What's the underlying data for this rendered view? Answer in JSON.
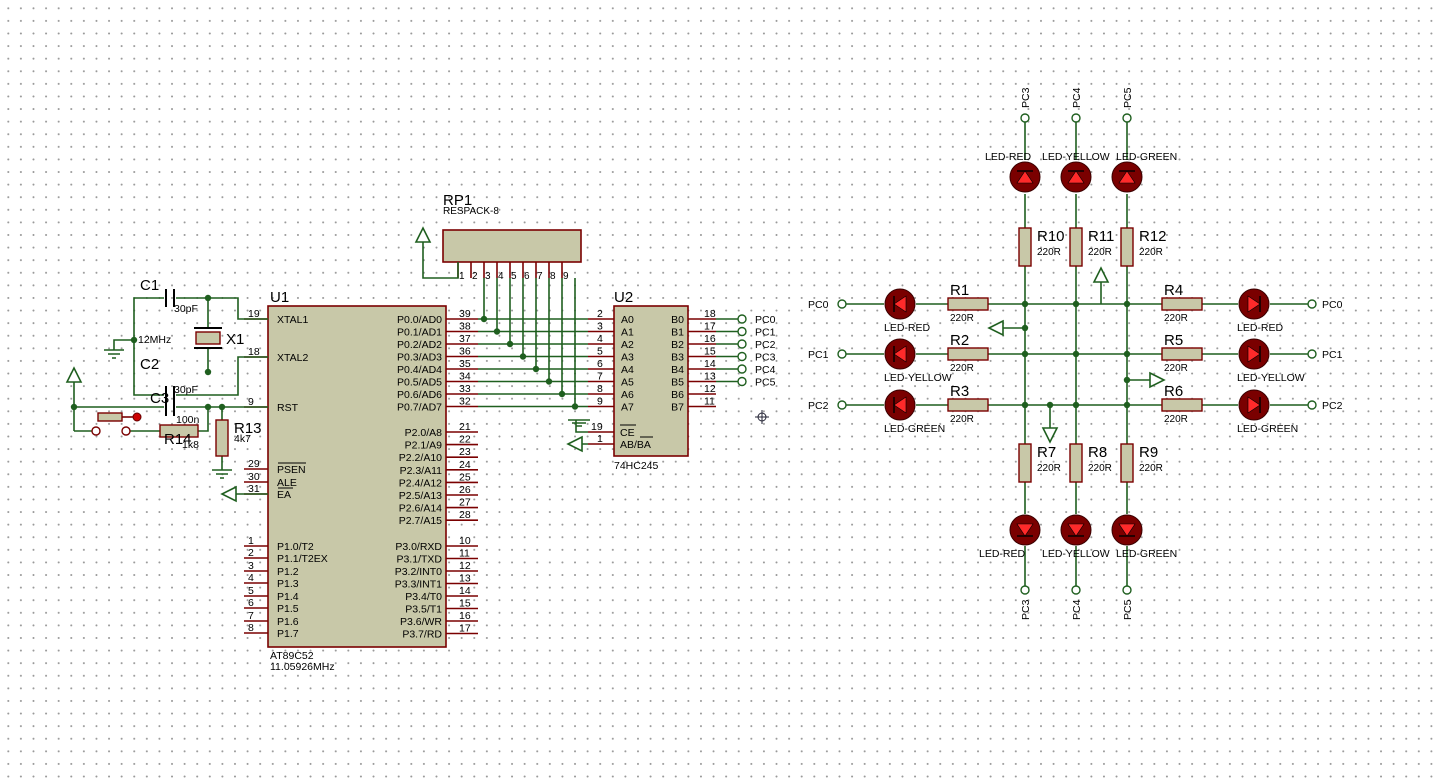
{
  "u1": {
    "ref": "U1",
    "part": "AT89C52",
    "clock": "11.05926MHz",
    "left_pins": [
      {
        "num": "19",
        "name": "XTAL1"
      },
      {
        "num": "18",
        "name": "XTAL2"
      },
      {
        "num": "9",
        "name": "RST"
      },
      {
        "num": "29",
        "name": "PSEN"
      },
      {
        "num": "30",
        "name": "ALE"
      },
      {
        "num": "31",
        "name": "EA"
      },
      {
        "num": "1",
        "name": "P1.0/T2"
      },
      {
        "num": "2",
        "name": "P1.1/T2EX"
      },
      {
        "num": "3",
        "name": "P1.2"
      },
      {
        "num": "4",
        "name": "P1.3"
      },
      {
        "num": "5",
        "name": "P1.4"
      },
      {
        "num": "6",
        "name": "P1.5"
      },
      {
        "num": "7",
        "name": "P1.6"
      },
      {
        "num": "8",
        "name": "P1.7"
      }
    ],
    "right_pins": [
      {
        "num": "39",
        "name": "P0.0/AD0"
      },
      {
        "num": "38",
        "name": "P0.1/AD1"
      },
      {
        "num": "37",
        "name": "P0.2/AD2"
      },
      {
        "num": "36",
        "name": "P0.3/AD3"
      },
      {
        "num": "35",
        "name": "P0.4/AD4"
      },
      {
        "num": "34",
        "name": "P0.5/AD5"
      },
      {
        "num": "33",
        "name": "P0.6/AD6"
      },
      {
        "num": "32",
        "name": "P0.7/AD7"
      },
      {
        "num": "21",
        "name": "P2.0/A8"
      },
      {
        "num": "22",
        "name": "P2.1/A9"
      },
      {
        "num": "23",
        "name": "P2.2/A10"
      },
      {
        "num": "24",
        "name": "P2.3/A11"
      },
      {
        "num": "25",
        "name": "P2.4/A12"
      },
      {
        "num": "26",
        "name": "P2.5/A13"
      },
      {
        "num": "27",
        "name": "P2.6/A14"
      },
      {
        "num": "28",
        "name": "P2.7/A15"
      },
      {
        "num": "10",
        "name": "P3.0/RXD"
      },
      {
        "num": "11",
        "name": "P3.1/TXD"
      },
      {
        "num": "12",
        "name": "P3.2/INT0"
      },
      {
        "num": "13",
        "name": "P3.3/INT1"
      },
      {
        "num": "14",
        "name": "P3.4/T0"
      },
      {
        "num": "15",
        "name": "P3.5/T1"
      },
      {
        "num": "16",
        "name": "P3.6/WR"
      },
      {
        "num": "17",
        "name": "P3.7/RD"
      }
    ]
  },
  "u2": {
    "ref": "U2",
    "part": "74HC245",
    "a_pins": [
      {
        "num": "2",
        "name": "A0"
      },
      {
        "num": "3",
        "name": "A1"
      },
      {
        "num": "4",
        "name": "A2"
      },
      {
        "num": "5",
        "name": "A3"
      },
      {
        "num": "6",
        "name": "A4"
      },
      {
        "num": "7",
        "name": "A5"
      },
      {
        "num": "8",
        "name": "A6"
      },
      {
        "num": "9",
        "name": "A7"
      }
    ],
    "b_pins": [
      {
        "num": "18",
        "name": "B0"
      },
      {
        "num": "17",
        "name": "B1"
      },
      {
        "num": "16",
        "name": "B2"
      },
      {
        "num": "15",
        "name": "B3"
      },
      {
        "num": "14",
        "name": "B4"
      },
      {
        "num": "13",
        "name": "B5"
      },
      {
        "num": "12",
        "name": "B6"
      },
      {
        "num": "11",
        "name": "B7"
      }
    ],
    "ce": {
      "num": "19",
      "name": "CE"
    },
    "dir": {
      "num": "1",
      "name": "AB/BA"
    },
    "outputs": [
      "PC0",
      "PC1",
      "PC2",
      "PC3",
      "PC4",
      "PC5"
    ]
  },
  "rp1": {
    "ref": "RP1",
    "part": "RESPACK-8",
    "pins": [
      "1",
      "2",
      "3",
      "4",
      "5",
      "6",
      "7",
      "8",
      "9"
    ]
  },
  "passives": {
    "c1": {
      "ref": "C1",
      "value": "30pF"
    },
    "c2": {
      "ref": "C2",
      "value": "30pF"
    },
    "c3": {
      "ref": "C3",
      "value": "100n"
    },
    "x1": {
      "ref": "X1",
      "value": "12MHz"
    },
    "r13": {
      "ref": "R13",
      "value": "4k7"
    },
    "r14": {
      "ref": "R14",
      "value": "1k8"
    }
  },
  "traffic": {
    "top_labels": [
      "PC3",
      "PC4",
      "PC5"
    ],
    "bottom_labels": [
      "PC3",
      "PC4",
      "PC5"
    ],
    "top_leds": [
      "LED-RED",
      "LED-YELLOW",
      "LED-GREEN"
    ],
    "bottom_leds": [
      "LED-RED",
      "LED-YELLOW",
      "LED-GREEN"
    ],
    "left_leds": [
      "LED-RED",
      "LED-YELLOW",
      "LED-GREEN"
    ],
    "right_leds": [
      "LED-RED",
      "LED-YELLOW",
      "LED-GREEN"
    ],
    "left_labels": [
      "PC0",
      "PC1",
      "PC2"
    ],
    "right_labels": [
      "PC0",
      "PC1",
      "PC2"
    ],
    "top_res": [
      {
        "ref": "R10",
        "value": "220R"
      },
      {
        "ref": "R11",
        "value": "220R"
      },
      {
        "ref": "R12",
        "value": "220R"
      }
    ],
    "bottom_res": [
      {
        "ref": "R7",
        "value": "220R"
      },
      {
        "ref": "R8",
        "value": "220R"
      },
      {
        "ref": "R9",
        "value": "220R"
      }
    ],
    "left_res": [
      {
        "ref": "R1",
        "value": "220R"
      },
      {
        "ref": "R2",
        "value": "220R"
      },
      {
        "ref": "R3",
        "value": "220R"
      }
    ],
    "right_res": [
      {
        "ref": "R4",
        "value": "220R"
      },
      {
        "ref": "R5",
        "value": "220R"
      },
      {
        "ref": "R6",
        "value": "220R"
      }
    ]
  }
}
